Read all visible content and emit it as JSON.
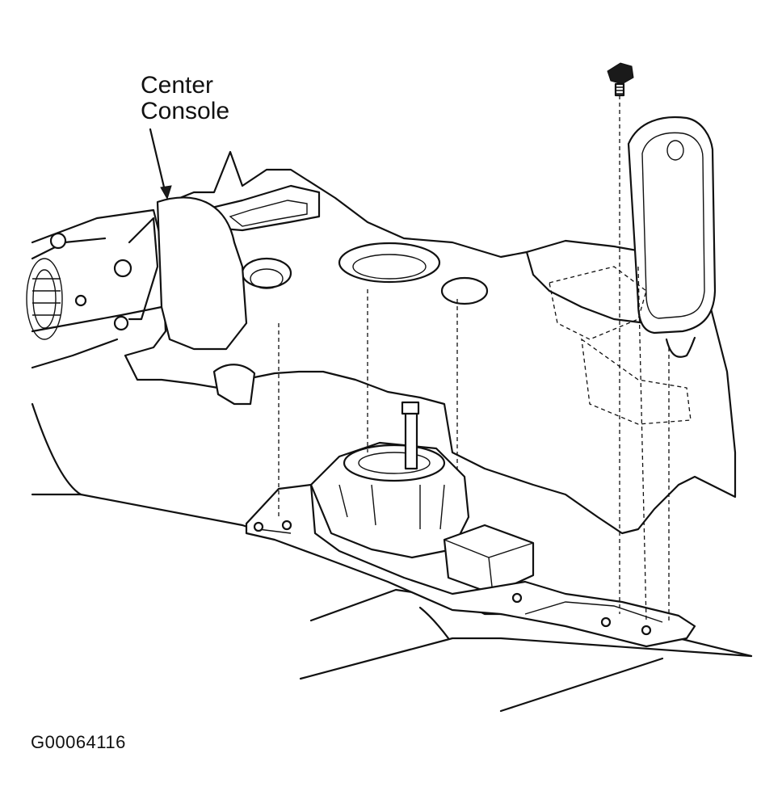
{
  "callout": {
    "line1": "Center",
    "line2": "Console"
  },
  "figure_id": "G00064116"
}
